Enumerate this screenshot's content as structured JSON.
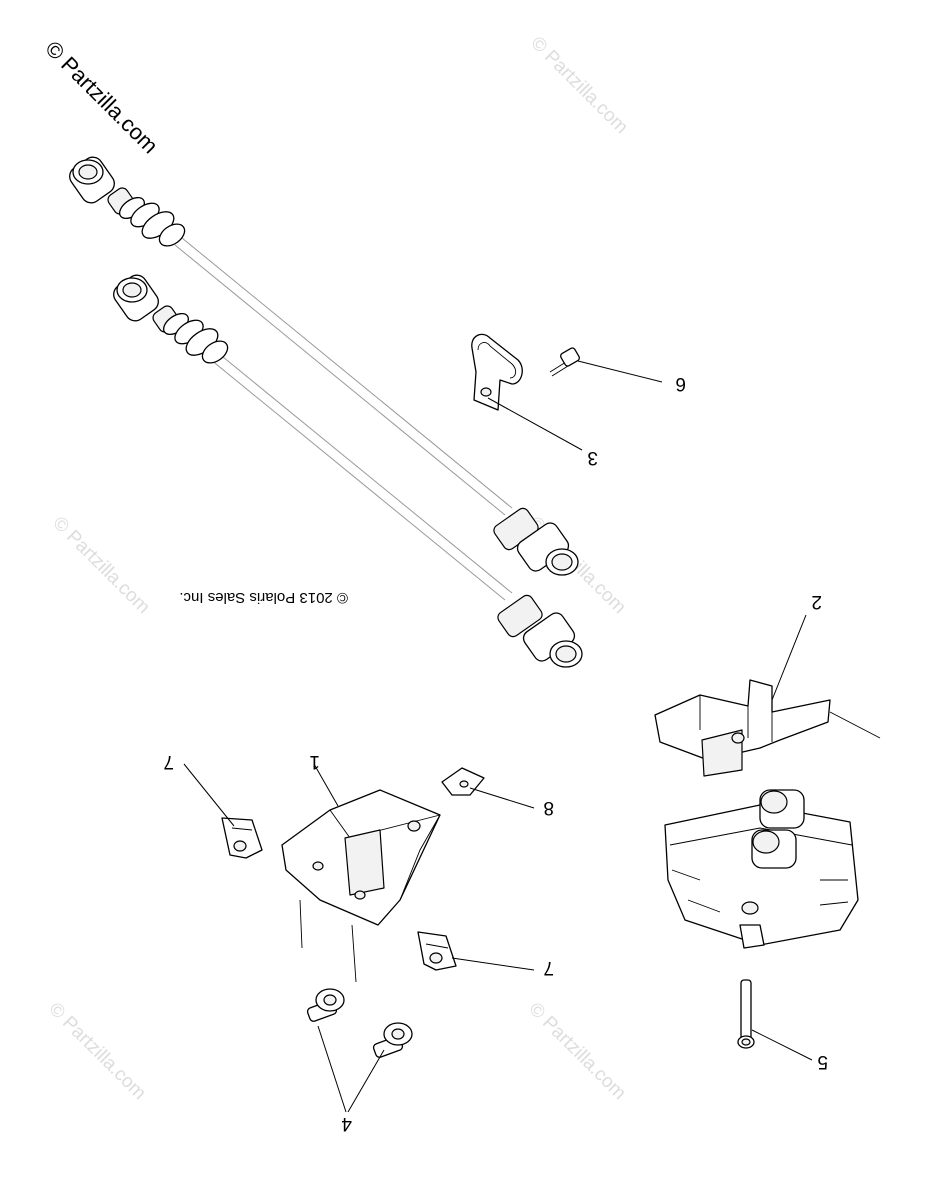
{
  "watermarks": {
    "main": "© Partzilla.com",
    "faint": "© Partzilla.com"
  },
  "copyright": "© 2013 Polaris Sales Inc.",
  "callouts": {
    "c1": "1",
    "c2": "2",
    "c3": "3",
    "c4": "4",
    "c5": "5",
    "c6": "6",
    "c7a": "7",
    "c7b": "7",
    "c8": "8"
  },
  "colors": {
    "line": "#000000",
    "watermark": "#dddddd",
    "wire": "#9a9a9a"
  }
}
